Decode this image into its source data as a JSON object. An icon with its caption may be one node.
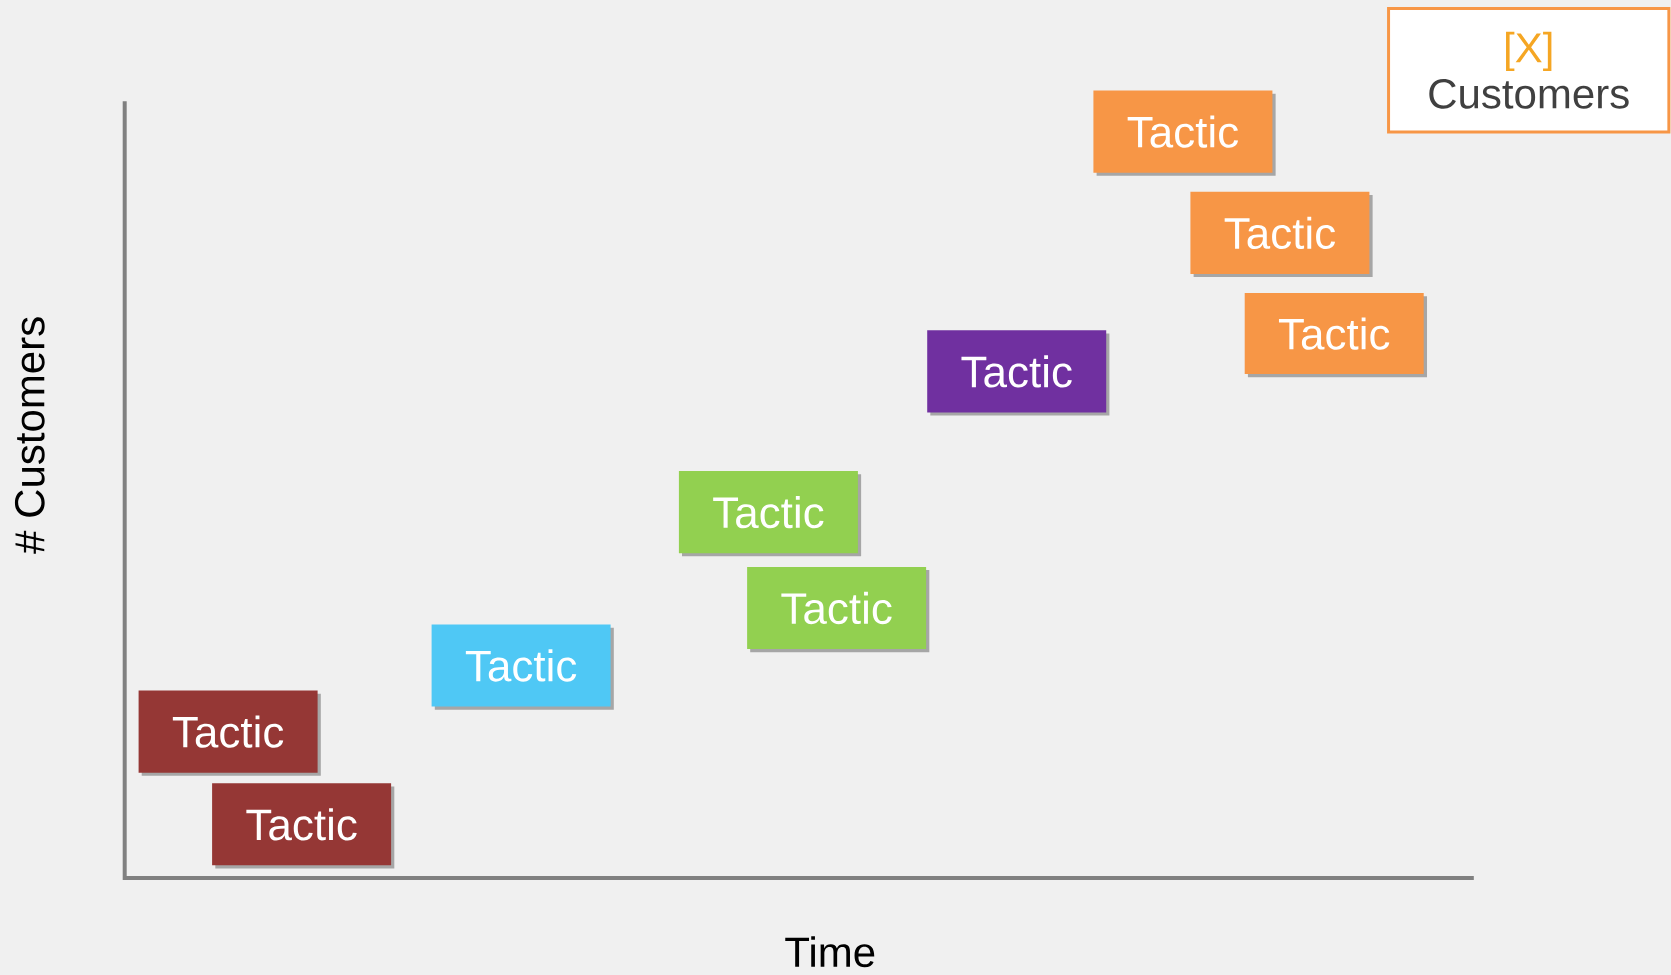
{
  "diagram": {
    "nodes": [
      {
        "text": [
          "[X]",
          "Customers"
        ]
      },
      {
        "text": [
          "Tactic"
        ]
      },
      {
        "text": [
          "Tactic"
        ]
      },
      {
        "text": [
          "Tactic"
        ]
      },
      {
        "text": [
          "Tactic"
        ]
      },
      {
        "text": [
          "Tactic"
        ]
      },
      {
        "text": [
          "Tactic"
        ]
      },
      {
        "text": [
          "Tactic"
        ]
      },
      {
        "text": [
          "Tactic"
        ]
      },
      {
        "text": [
          "Tactic"
        ]
      }
    ],
    "labels": [
      "# Customers",
      "Time"
    ]
  }
}
